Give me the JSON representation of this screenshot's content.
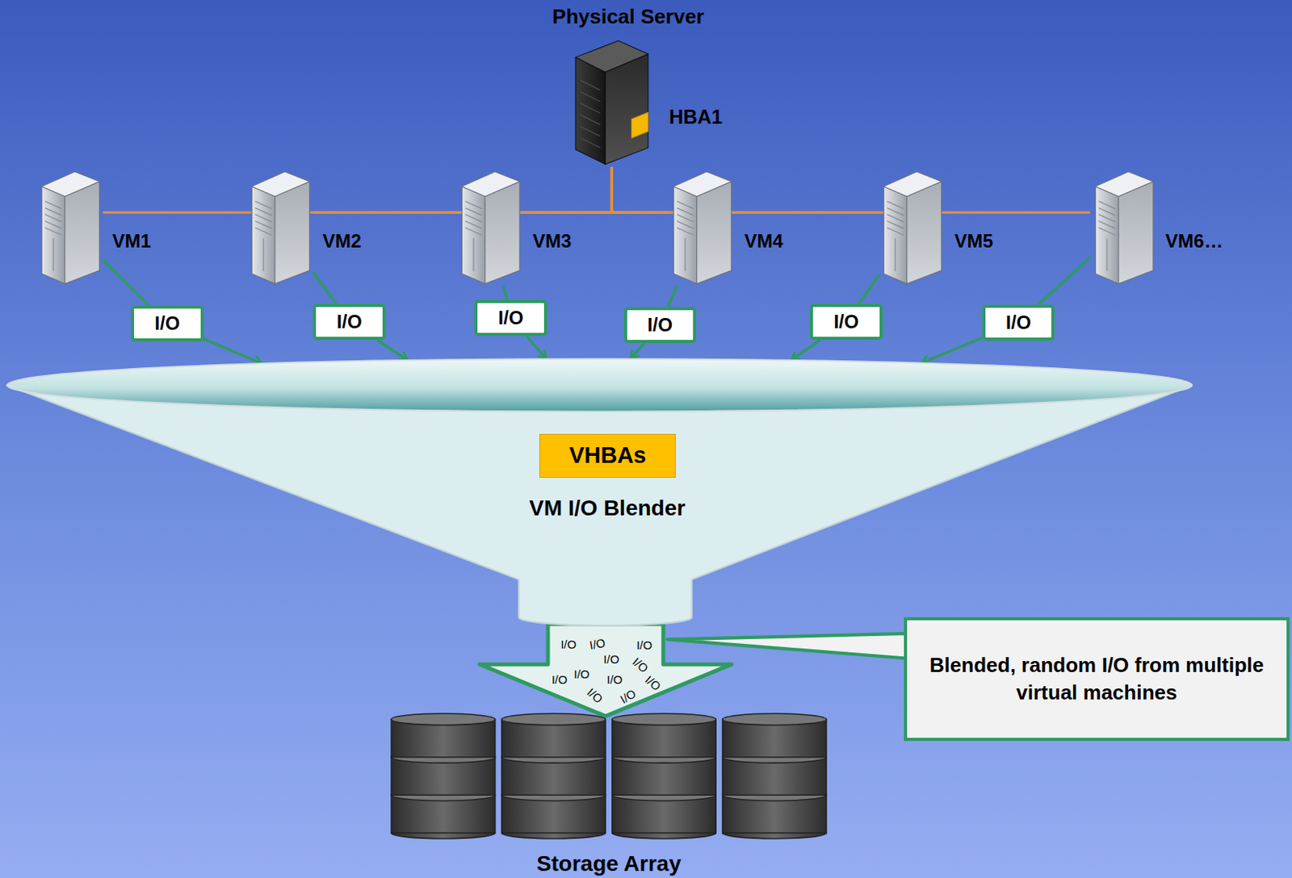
{
  "diagram": {
    "nodes": [
      {
        "text": [
          "Physical Server",
          "HBA1"
        ]
      },
      {
        "text": [
          "VM1"
        ]
      },
      {
        "text": [
          "VM2"
        ]
      },
      {
        "text": [
          "VM3"
        ]
      },
      {
        "text": [
          "VM4"
        ]
      },
      {
        "text": [
          "VM5"
        ]
      },
      {
        "text": [
          "VM6…"
        ]
      },
      {
        "text": [
          "I/O"
        ]
      },
      {
        "text": [
          "I/O"
        ]
      },
      {
        "text": [
          "I/O"
        ]
      },
      {
        "text": [
          "I/O"
        ]
      },
      {
        "text": [
          "I/O"
        ]
      },
      {
        "text": [
          "I/O"
        ]
      },
      {
        "text": [
          "VM I/O Blender"
        ]
      },
      {
        "text": [
          "VHBAs"
        ],
        "in": 13
      },
      {
        "text": [
          "Storage Array"
        ]
      },
      {
        "text": [
          "Blended, random I/O from multiple virtual machines"
        ]
      }
    ],
    "edges": [
      {
        "from": 0,
        "to": 1,
        "arrow": "none"
      },
      {
        "from": 0,
        "to": 2,
        "arrow": "none"
      },
      {
        "from": 0,
        "to": 3,
        "arrow": "none"
      },
      {
        "from": 0,
        "to": 4,
        "arrow": "none"
      },
      {
        "from": 0,
        "to": 5,
        "arrow": "none"
      },
      {
        "from": 0,
        "to": 6,
        "arrow": "none"
      },
      {
        "from": 1,
        "to": 7,
        "arrow": "none"
      },
      {
        "from": 2,
        "to": 8,
        "arrow": "none"
      },
      {
        "from": 3,
        "to": 9,
        "arrow": "none"
      },
      {
        "from": 4,
        "to": 10,
        "arrow": "none"
      },
      {
        "from": 5,
        "to": 11,
        "arrow": "none"
      },
      {
        "from": 6,
        "to": 12,
        "arrow": "none"
      },
      {
        "from": 7,
        "to": 13,
        "arrow": "to"
      },
      {
        "from": 8,
        "to": 13,
        "arrow": "to"
      },
      {
        "from": 9,
        "to": 13,
        "arrow": "to"
      },
      {
        "from": 10,
        "to": 13,
        "arrow": "to"
      },
      {
        "from": 11,
        "to": 13,
        "arrow": "to"
      },
      {
        "from": 12,
        "to": 13,
        "arrow": "to"
      },
      {
        "from": 13,
        "to": 15,
        "arrow": "to"
      }
    ],
    "labels": [
      "I/O",
      "I/O",
      "I/O",
      "I/O",
      "I/O",
      "I/O",
      "I/O",
      "I/O",
      "I/O",
      "I/O",
      "I/O"
    ]
  }
}
